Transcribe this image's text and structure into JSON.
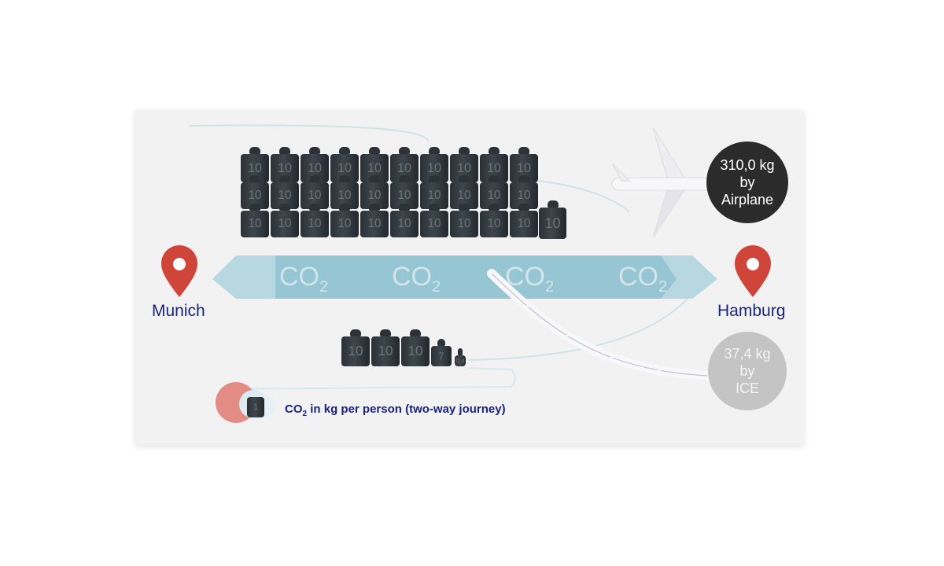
{
  "airplane": {
    "value_text": "310,0 kg",
    "by": "by",
    "mode": "Airplane",
    "weights": [
      "10",
      "10",
      "10",
      "10",
      "10",
      "10",
      "10",
      "10",
      "10",
      "10",
      "10"
    ],
    "circle_color": "#2b2b2b"
  },
  "ice": {
    "value_text": "37,4 kg",
    "by": "by",
    "mode": "ICE",
    "weights": [
      "10",
      "10",
      "10",
      "7",
      "0,4"
    ],
    "circle_color": "#c4c4c4"
  },
  "route": {
    "from": "Munich",
    "to": "Hamburg",
    "band_labels": [
      "CO",
      "CO",
      "CO",
      "CO"
    ],
    "band_sub": "2",
    "pin_color": "#d0453a",
    "city_color": "#1a237e"
  },
  "legend": {
    "prefix": "CO",
    "sub": "2",
    "text": " in kg per person (two-way journey)",
    "weight_label": "1"
  }
}
